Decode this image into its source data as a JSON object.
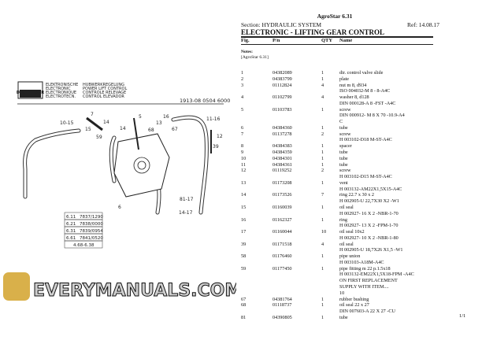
{
  "header": {
    "doc_title": "AgroStar 6.31",
    "section": "Section: HYDRAULIC SYSTEM",
    "ref": "Ref: 14.08.17",
    "heading": "ELECTRONIC - LIFTING GEAR CONTROL"
  },
  "columns": {
    "fig": "Fig.",
    "pn": "P/n",
    "qty": "QTY",
    "name": "Name"
  },
  "notes": {
    "label": "Notes:",
    "value": "[AgroStar 6.31]"
  },
  "rows": [
    {
      "fig": "1",
      "pn": "04382089",
      "qty": "1",
      "lines": [
        "dir. control valve slide"
      ]
    },
    {
      "fig": "2",
      "pn": "04383799",
      "qty": "1",
      "lines": [
        "plate"
      ]
    },
    {
      "fig": "3",
      "pn": "01112824",
      "qty": "4",
      "lines": [
        "nut m 8, d934",
        "ISO 004032-M 8 - 8-A4C"
      ]
    },
    {
      "fig": "4",
      "pn": "01102799",
      "qty": "4",
      "lines": [
        "washer 8, d128",
        "DIN 000128-A 8 -FST -A4C"
      ]
    },
    {
      "fig": "5",
      "pn": "01103783",
      "qty": "1",
      "lines": [
        "screw",
        "DIN 000912- M 8 X 70 -10.9-A4",
        "C"
      ]
    },
    {
      "fig": "6",
      "pn": "04384360",
      "qty": "1",
      "lines": [
        "tube"
      ]
    },
    {
      "fig": "7",
      "pn": "01137278",
      "qty": "2",
      "lines": [
        "screw",
        "H 003102-D18 M-ST-A4C"
      ]
    },
    {
      "fig": "8",
      "pn": "04384383",
      "qty": "1",
      "lines": [
        "spacer"
      ]
    },
    {
      "fig": "9",
      "pn": "04384359",
      "qty": "1",
      "lines": [
        "tube"
      ]
    },
    {
      "fig": "10",
      "pn": "04384301",
      "qty": "1",
      "lines": [
        "tube"
      ]
    },
    {
      "fig": "11",
      "pn": "04384361",
      "qty": "1",
      "lines": [
        "tube"
      ]
    },
    {
      "fig": "12",
      "pn": "01119252",
      "qty": "2",
      "lines": [
        "screw",
        "H 003102-D15 M-ST-A4C"
      ]
    },
    {
      "fig": "13",
      "pn": "01173208",
      "qty": "1",
      "lines": [
        "vent",
        "H 003132-AM22X1,5X15-A4C"
      ]
    },
    {
      "fig": "14",
      "pn": "01173526",
      "qty": "7",
      "lines": [
        "ring 22.7 x 30 x 2",
        "H 002905-U 22,7X30 X2 -W1"
      ]
    },
    {
      "fig": "15",
      "pn": "01160039",
      "qty": "1",
      "lines": [
        "oil seal",
        "H 002927- 16 X 2 -NBR-1-70"
      ]
    },
    {
      "fig": "16",
      "pn": "01162327",
      "qty": "1",
      "lines": [
        "ring",
        "H 002927- 13 X 2 -FPM-1-70"
      ]
    },
    {
      "fig": "17",
      "pn": "01160044",
      "qty": "10",
      "lines": [
        "oil seal 10x2",
        "H 002927- 10 X 2 -NBR-1-80"
      ]
    },
    {
      "fig": "39",
      "pn": "01171518",
      "qty": "4",
      "lines": [
        "oil seal",
        "H 002905-U 18,7X26 X1,5 -W1"
      ]
    },
    {
      "fig": "58",
      "pn": "01176460",
      "qty": "1",
      "lines": [
        "pipe union",
        "H 003103-A18M-A4C"
      ]
    },
    {
      "fig": "59",
      "pn": "01177450",
      "qty": "1",
      "lines": [
        "pipe fitting m 22 p.1.5x18",
        "H 003132-EM22X1,5X18-FPM -A4C",
        "ON FIRST REPLACEMENT",
        "SUPPLY WITH ITEM....",
        "10"
      ]
    },
    {
      "fig": "67",
      "pn": "04381764",
      "qty": "1",
      "lines": [
        "rubber bushing"
      ]
    },
    {
      "fig": "68",
      "pn": "01118737",
      "qty": "1",
      "lines": [
        "oil seal 22 x 27",
        "DIN 007603-A 22 X 27 -CU"
      ]
    },
    {
      "fig": "81",
      "pn": "04390805",
      "qty": "1",
      "lines": [
        "tube"
      ]
    }
  ],
  "page_number": "1/1",
  "diagram": {
    "brand": "DEUTZ FAHR",
    "lang_col1": [
      "ELEKTRONISCHE",
      "ELECTRONIC",
      "ELECTRONIQUE",
      "ELECTROTECN."
    ],
    "lang_col2": [
      "HUBWERKREGELUNG",
      "POWER LIFT CONTROL",
      "CONTROLE RELEVAGE",
      "CONTROL ELEVADOR"
    ],
    "drawing_ref": "1913-08  0504 6000",
    "callouts": [
      "7",
      "5",
      "16",
      "11-16",
      "10-15",
      "14",
      "15",
      "14",
      "13",
      "68",
      "67",
      "59",
      "12",
      "39",
      "81-17",
      "14-17",
      "6"
    ],
    "model_table": [
      [
        "6.11",
        "7837/1290"
      ],
      [
        "6.21",
        "7838/0000"
      ],
      [
        "6.31",
        "7839/0954"
      ],
      [
        "6.61",
        "7841/0520"
      ]
    ],
    "model_range": "4.68-6.38"
  },
  "watermark": "EVERYMANUALS.COM",
  "colors": {
    "watermark_fill": "#d0d0d0",
    "logo_gold": "#d9b04a",
    "text": "#111111"
  }
}
